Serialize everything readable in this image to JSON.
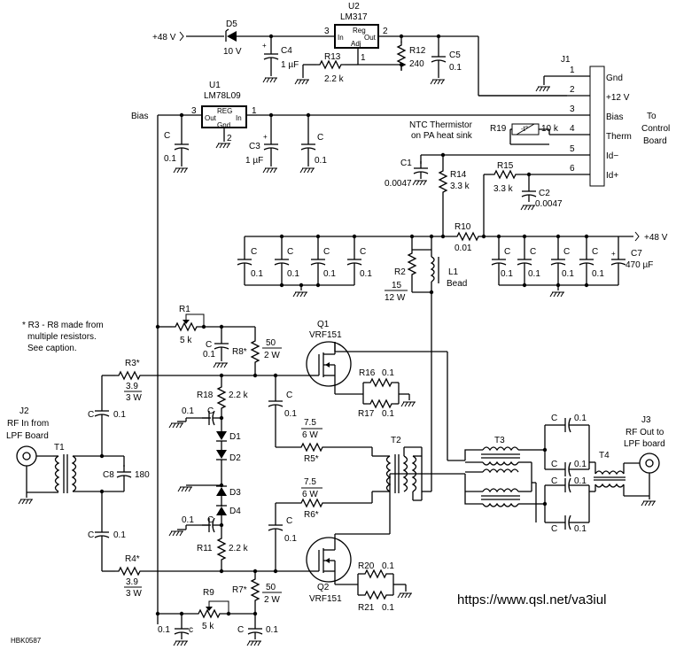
{
  "title_code": "HBK0587",
  "url": "https://www.qsl.net/va3iul",
  "note": [
    "* R3 - R8 made from",
    "multiple resistors.",
    "See caption."
  ],
  "supply_left": "+48 V",
  "supply_right": "+48 V",
  "d5": {
    "ref": "D5",
    "value": "10 V"
  },
  "u2": {
    "ref": "U2",
    "part": "LM317",
    "pin_in": "3",
    "pin_out": "2",
    "pin_adj": "1",
    "in": "In",
    "reg": "Reg",
    "out": "Out",
    "adj": "Adj"
  },
  "c4": {
    "ref": "C4",
    "value": "1 µF"
  },
  "r12": {
    "ref": "R12",
    "value": "240"
  },
  "c5": {
    "ref": "C5",
    "value": "0.1"
  },
  "r13": {
    "ref": "R13",
    "value": "2.2 k"
  },
  "u1": {
    "ref": "U1",
    "part": "LM78L09",
    "pin_out": "3",
    "pin_in": "1",
    "pin_gnd": "2",
    "reg": "REG",
    "out": "Out",
    "in": "In",
    "gnd": "Gnd"
  },
  "bias_label": "Bias",
  "c_generic": "C",
  "v01": "0.1",
  "c3": {
    "ref": "C3",
    "value": "1 µF"
  },
  "j1": {
    "ref": "J1",
    "pins": [
      "1",
      "2",
      "3",
      "4",
      "5",
      "6"
    ],
    "labels": [
      "Gnd",
      "+12 V",
      "Bias",
      "Therm",
      "Id−",
      "Id+"
    ]
  },
  "to_control": [
    "To",
    "Control",
    "Board"
  ],
  "ntc": [
    "NTC Thermistor",
    "on PA heat sink"
  ],
  "r19": {
    "ref": "R19",
    "value": "10 k"
  },
  "c1": {
    "ref": "C1",
    "value": "0.0047"
  },
  "r14": {
    "ref": "R14",
    "value": "3.3 k"
  },
  "r15": {
    "ref": "R15",
    "value": "3.3 k"
  },
  "c2": {
    "ref": "C2",
    "value": "0.0047"
  },
  "r10": {
    "ref": "R10",
    "value": "0.01"
  },
  "c7": {
    "ref": "C7",
    "value": "470 µF"
  },
  "r2": {
    "ref": "R2",
    "value": "15",
    "power": "12 W"
  },
  "l1": {
    "ref": "L1",
    "value": "Bead"
  },
  "r1": {
    "ref": "R1",
    "value": "5 k"
  },
  "r8": {
    "ref": "R8*",
    "value": "50",
    "power": "2 W"
  },
  "q1": {
    "ref": "Q1",
    "part": "VRF151"
  },
  "q2": {
    "ref": "Q2",
    "part": "VRF151"
  },
  "r3": {
    "ref": "R3*",
    "value": "3.9",
    "power": "3 W"
  },
  "r4": {
    "ref": "R4*",
    "value": "3.9",
    "power": "3 W"
  },
  "r16": {
    "ref": "R16",
    "value": "0.1"
  },
  "r17": {
    "ref": "R17",
    "value": "0.1"
  },
  "r20": {
    "ref": "R20",
    "value": "0.1"
  },
  "r21": {
    "ref": "R21",
    "value": "0.1"
  },
  "r18": {
    "ref": "R18",
    "value": "2.2 k"
  },
  "r11": {
    "ref": "R11",
    "value": "2.2 k"
  },
  "diodes": [
    "D1",
    "D2",
    "D3",
    "D4"
  ],
  "r5": {
    "ref": "R5*",
    "value": "7.5",
    "power": "6 W"
  },
  "r6": {
    "ref": "R6*",
    "value": "7.5",
    "power": "6 W"
  },
  "r7": {
    "ref": "R7*",
    "value": "50",
    "power": "2 W"
  },
  "r9": {
    "ref": "R9",
    "value": "5 k"
  },
  "c8": {
    "ref": "C8",
    "value": "180"
  },
  "j2": {
    "ref": "J2",
    "label": [
      "RF In from",
      "LPF Board"
    ]
  },
  "j3": {
    "ref": "J3",
    "label": [
      "RF Out to",
      "LPF board"
    ]
  },
  "t1": "T1",
  "t2": "T2",
  "t3": "T3",
  "t4": "T4",
  "c_small": "c"
}
